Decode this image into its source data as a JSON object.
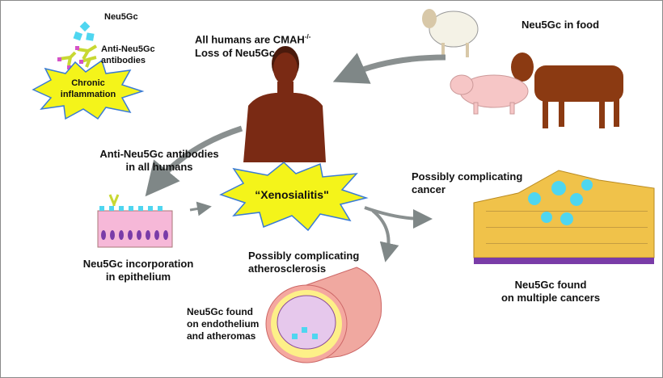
{
  "legend": {
    "neu5gc": "Neu5Gc",
    "antibodies_line1": "Anti-Neu5Gc",
    "antibodies_line2": "antibodies",
    "chronic_line1": "Chronic",
    "chronic_line2": "inflammation"
  },
  "human": {
    "line1": "All humans are CMAH",
    "sup": "-/-",
    "line2": "Loss of Neu5Gc"
  },
  "food": {
    "label": "Neu5Gc in food"
  },
  "antibodies": {
    "line1": "Anti-Neu5Gc antibodies",
    "line2": "in all humans"
  },
  "epithelium": {
    "line1": "Neu5Gc incorporation",
    "line2": "in epithelium"
  },
  "center": {
    "label": "“Xenosialitis\""
  },
  "cancer": {
    "top1": "Possibly complicating",
    "top2": "cancer",
    "bottom1": "Neu5Gc found",
    "bottom2": "on multiple cancers"
  },
  "athero": {
    "top1": "Possibly complicating",
    "top2": "atherosclerosis",
    "side1": "Neu5Gc found",
    "side2": "on endothelium",
    "side3": "and atheromas"
  },
  "colors": {
    "neu5gc": "#4fd6f0",
    "antibody": "#c8d832",
    "burst": "#f4f41a",
    "skin": "#7a2a14",
    "arrow": "#8a9090",
    "cell": "#f0c24a",
    "epithelium": "#f6b8d8"
  }
}
